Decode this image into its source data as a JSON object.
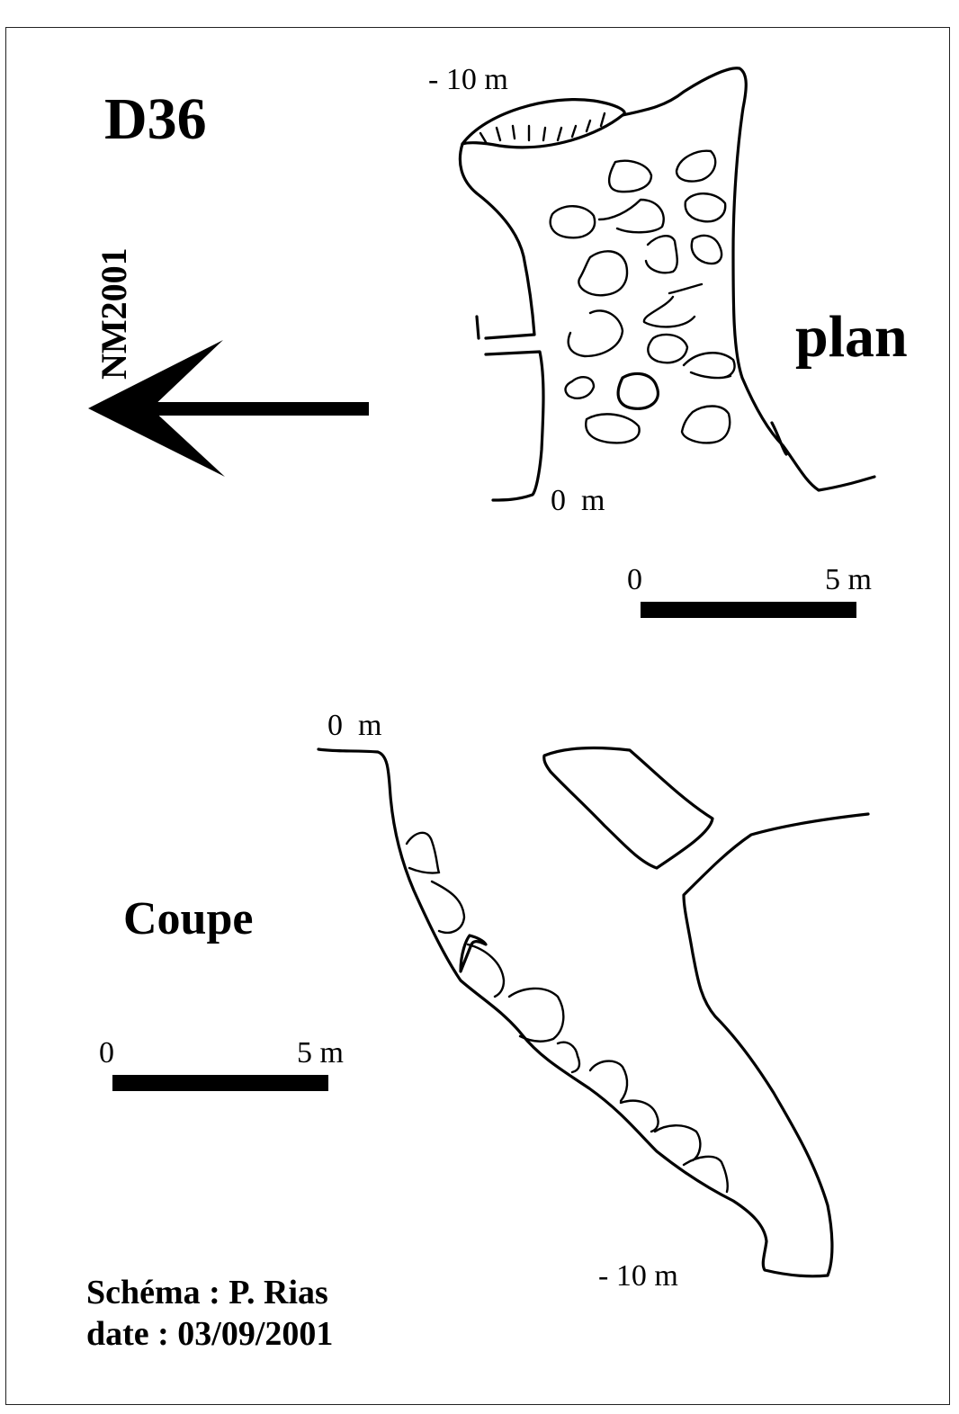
{
  "survey": {
    "cave_id": "D36",
    "reference": "NM2001",
    "signature": "Schéma : P. Rias",
    "date": "date : 03/09/2001"
  },
  "plan_view": {
    "title": "plan",
    "depth_top": "- 10 m",
    "depth_entrance": "0  m",
    "scale_start": "0",
    "scale_end": "5 m"
  },
  "section_view": {
    "title": "Coupe",
    "depth_top": "0  m",
    "depth_bottom": "- 10 m",
    "scale_start": "0",
    "scale_end": "5 m"
  },
  "north_arrow": {
    "icon": "north-arrow-icon",
    "color": "#000000"
  }
}
